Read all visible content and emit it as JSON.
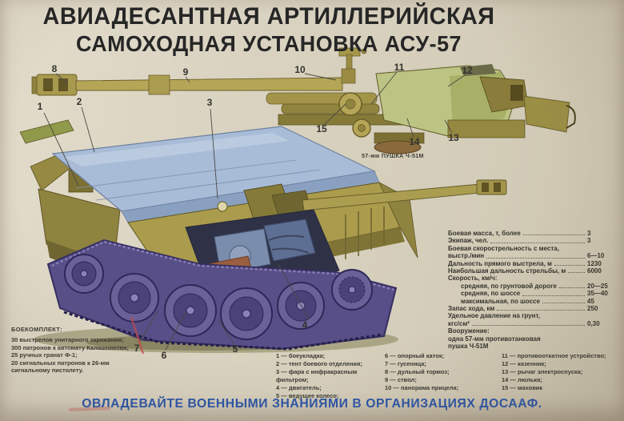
{
  "poster": {
    "title_line1": "АВИАДЕСАНТНАЯ АРТИЛЛЕРИЙСКАЯ",
    "title_line2": "САМОХОДНАЯ УСТАНОВКА АСУ-57",
    "slogan": "ОВЛАДЕВАЙТЕ ВОЕННЫМИ ЗНАНИЯМИ В ОРГАНИЗАЦИЯХ ДОСААФ."
  },
  "gun_diagram": {
    "caption": "57-мм ПУШКА Ч-51М"
  },
  "specs": {
    "rows": [
      {
        "t": "Боевая масса, т, более",
        "v": "3"
      },
      {
        "t": "Экипаж, чел.",
        "v": "3"
      },
      {
        "t": "Боевая скорострельность с места,",
        "v": ""
      },
      {
        "t": "выстр./мин",
        "v": "6—10"
      },
      {
        "t": "Дальность прямого выстрела, м",
        "v": "1230"
      },
      {
        "t": "Наибольшая дальность стрельбы, м",
        "v": "6000"
      },
      {
        "t": "Скорость, км/ч:",
        "v": ""
      },
      {
        "t": "средняя, по грунтовой дороге",
        "v": "20—25"
      },
      {
        "t": "средняя, по шоссе",
        "v": "35—40"
      },
      {
        "t": "максимальная, по шоссе",
        "v": "45"
      },
      {
        "t": "Запас хода, км",
        "v": "250"
      },
      {
        "t": "Удельное давление на грунт,",
        "v": ""
      },
      {
        "t": "кгс/см²",
        "v": "0,30"
      },
      {
        "t": "Вооружение:",
        "v": ""
      },
      {
        "t": "одна 57-мм противотанковая",
        "v": ""
      },
      {
        "t": "пушка Ч-51М",
        "v": ""
      }
    ]
  },
  "ammo": {
    "header": "БОЕКОМПЛЕКТ:",
    "lines": [
      "30 выстрелов унитарного заряжания;",
      "300 патронов к автомату Калашникова;",
      "25 ручных гранат Ф-1;",
      "20 сигнальных патронов к 26-мм",
      "сигнальному пистолету."
    ]
  },
  "legend": {
    "col1": [
      "1 — боеукладка;",
      "2 — тент боевого отделения;",
      "3 — фара с инфракрасным фильтром;",
      "4 — двигатель;",
      "5 — ведущее колесо;"
    ],
    "col2": [
      "6 — опорный каток;",
      "7 — гусеница;",
      "8 — дульный тормоз;",
      "9 — ствол;",
      "10 — панорама прицела;"
    ],
    "col3": [
      "11 — противооткатное устройство;",
      "12 — казенник;",
      "13 — рычаг электроспуска;",
      "14 — люлька;",
      "15 — маховик"
    ]
  },
  "callouts": {
    "c1": "1",
    "c2": "2",
    "c3": "3",
    "c4": "4",
    "c5": "5",
    "c6": "6",
    "c7": "7",
    "c8": "8",
    "c9": "9",
    "c10": "10",
    "c11": "11",
    "c12": "12",
    "c13": "13",
    "c14": "14",
    "c15": "15"
  },
  "colors": {
    "background": "#d8d1bf",
    "title_text": "#262626",
    "slogan_text": "#2b55a8",
    "body_text": "#33332c",
    "hull_olive": "#a89b4c",
    "tarp_blue": "#a8bcd8",
    "track_violet": "#584f88",
    "gun_olive": "#b5a657",
    "shield_green": "#bcc484"
  }
}
